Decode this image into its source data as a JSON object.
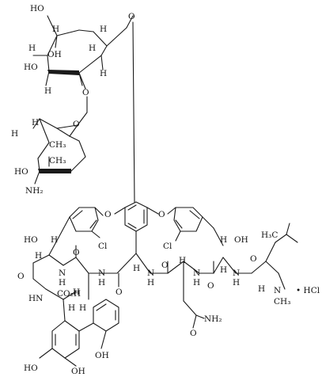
{
  "labels": {
    "ho_top": "HO",
    "o_glycosidic_top": "O",
    "h_c6": "H",
    "h_c5": "H",
    "h_c4": "H",
    "oh_c3": "OH",
    "ho_c4": "HO",
    "h_c2": "H",
    "h_c1": "H",
    "o_link_sugar": "O",
    "h_vanc_c5": "H",
    "ch3_vanc_c6": "CH₃",
    "ho_vanc_c4": "HO",
    "ch3_vanc_c3": "CH₃",
    "nh2_vanc": "NH₂",
    "o_aryl_left": "O",
    "o_aryl_right": "O",
    "ho_left_benzylic": "HO",
    "h_left_benzylic": "H",
    "cl_left": "Cl",
    "cl_right": "Cl",
    "h_right_benzylic": "H",
    "oh_right_benzylic": "OH",
    "h3c_leu": "H₃C",
    "o_leu_carbonyl": "O",
    "h_leu": "H",
    "n_leu_amide": "N",
    "h_leu_n": "H",
    "nh_leu_me": "N",
    "ch3_leu_n": "CH₃",
    "hcl": "• HCl",
    "o_asn_carbonyl": "O",
    "n_asn": "N",
    "h_asn_n": "H",
    "h_asn_alpha": "H",
    "nh2_asn": "NH₂",
    "o_asn_side": "O",
    "o_right_carbonyl": "O",
    "n_right": "N",
    "h_right_n": "H",
    "h_right_alpha": "H",
    "n_mid": "N",
    "h_mid_n": "H",
    "h_mid_alpha": "H",
    "o_mid_carbonyl": "O",
    "h_top_alpha": "H",
    "n_top": "N",
    "h_top_n": "H",
    "o_top_carbonyl": "O",
    "n_left": "N",
    "h_left_n": "H",
    "o_left_carbonyl": "O",
    "h_left_alpha": "H",
    "hn_bottom": "HN",
    "co2h": "CO₂H",
    "h_bottom_alpha": "H",
    "h_bottom_n": "H",
    "oh_bottom_right": "OH",
    "oh_bottom_mid": "OH",
    "ho_bottom_left": "HO",
    "h_glyc_left": "H",
    "h_glyc_c3": "H"
  }
}
